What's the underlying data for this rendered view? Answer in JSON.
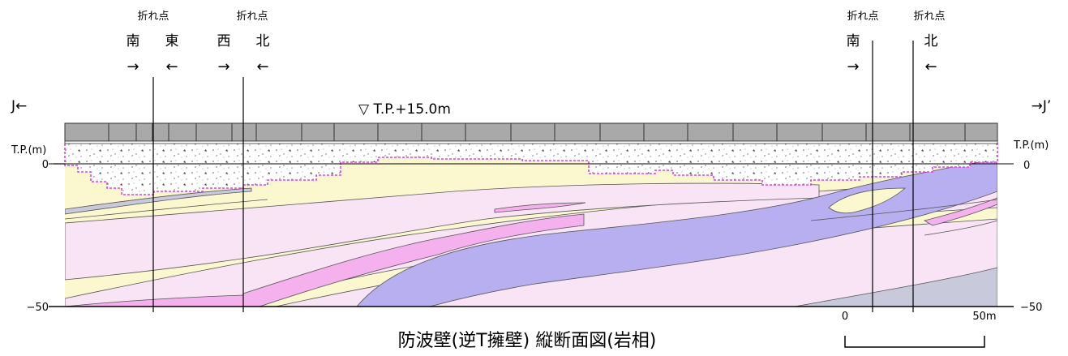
{
  "annotations": {
    "left_end": "J←",
    "right_end": "→J’",
    "water_level": "▽ T.P.+15.0m",
    "axis_unit_left": "T.P.(m)",
    "axis_unit_right": "T.P.(m)",
    "tick_zero_left": "0",
    "tick_zero_right": "0",
    "tick_minus50_left": "−50",
    "tick_minus50_right": "−50"
  },
  "break_points": [
    {
      "label": "折れ点",
      "left_dir": "南",
      "right_dir": "東",
      "left_arrow": "→",
      "right_arrow": "←"
    },
    {
      "label": "折れ点",
      "left_dir": "西",
      "right_dir": "北",
      "left_arrow": "→",
      "right_arrow": "←"
    },
    {
      "label": "折れ点",
      "dir": "南",
      "arrow": "→"
    },
    {
      "label": "折れ点",
      "dir": "北",
      "arrow": "←"
    }
  ],
  "scale_bar": {
    "start_label": "0",
    "end_label": "50m"
  },
  "title": "防波壁(逆T擁壁) 縦断面図(岩相)",
  "colors": {
    "yellow_layer": "#fbf8cf",
    "light_pink_layer": "#f8e4f4",
    "pink_layer": "#f4b1ee",
    "purple_layer": "#b7afef",
    "gray_layer": "#c8cadc",
    "wall_gray": "#a9a9a9",
    "fill_dashed_border": "#e040e0"
  }
}
